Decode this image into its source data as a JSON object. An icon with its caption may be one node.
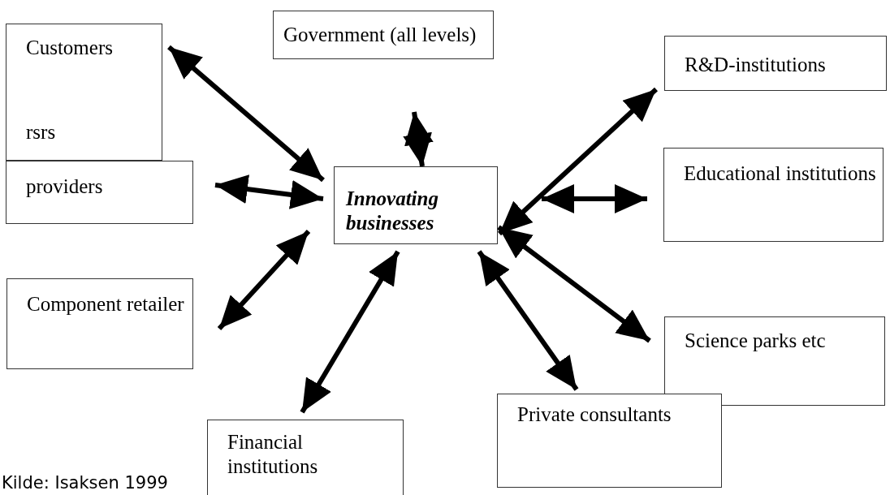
{
  "diagram": {
    "caption": "Kilde: Isaksen 1999",
    "nodes": [
      {
        "text": [
          "Innovating businesses"
        ]
      },
      {
        "text": [
          "providers"
        ]
      },
      {
        "text": [
          "Customers",
          "rsrs"
        ]
      },
      {
        "text": [
          "Government (all levels)"
        ]
      },
      {
        "text": [
          "R&D-institutions"
        ]
      },
      {
        "text": [
          "Educational institutions"
        ]
      },
      {
        "text": [
          "Component retailer"
        ]
      },
      {
        "text": [
          "Science parks etc"
        ]
      },
      {
        "text": [
          "Financial institutions"
        ]
      },
      {
        "text": [
          "Private consultants"
        ]
      }
    ],
    "edges": [
      {
        "from": 2,
        "to": 0,
        "arrow": "both"
      },
      {
        "from": 1,
        "to": 0,
        "arrow": "both"
      },
      {
        "from": 3,
        "to": 0,
        "arrow": "both"
      },
      {
        "from": 4,
        "to": 0,
        "arrow": "both"
      },
      {
        "from": 5,
        "to": 0,
        "arrow": "both"
      },
      {
        "from": 6,
        "to": 0,
        "arrow": "both"
      },
      {
        "from": 7,
        "to": 0,
        "arrow": "both"
      },
      {
        "from": 8,
        "to": 0,
        "arrow": "both"
      },
      {
        "from": 9,
        "to": 0,
        "arrow": "both"
      }
    ]
  }
}
